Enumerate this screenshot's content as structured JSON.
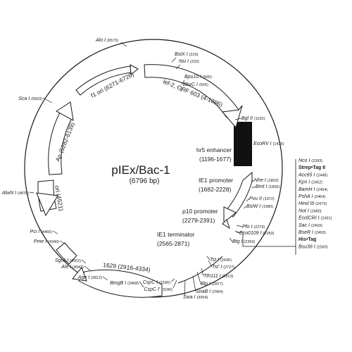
{
  "title": "pIEx/Bac-1",
  "size": "(6796 bp)",
  "features": {
    "ief2": "lef-2, ORF 603 (4-1096)",
    "f1ori": "f1 ori (6271-6726)",
    "ap": "Ap (5282-6139)",
    "ori": "ori (4521)",
    "hr5": [
      "hr5 enhancer",
      "(1196-1677)"
    ],
    "ie1prom": [
      "IE1 promoter",
      "(1682-2228)"
    ],
    "p10prom": [
      "p10 promoter",
      "(2279-2391)"
    ],
    "ie1term": [
      "IE1 terminator",
      "(2565-2871)"
    ],
    "orf1629": "1629 (2916-4334)"
  },
  "sites": [
    {
      "id": "alo",
      "name": "Alo I",
      "pos": "(6573)"
    },
    {
      "id": "bstx",
      "name": "BstX I",
      "pos": "(316)"
    },
    {
      "id": "nsi",
      "name": "Nsi I",
      "pos": "(333)"
    },
    {
      "id": "bpu10",
      "name": "Bpu10 I",
      "pos": "(565)"
    },
    {
      "id": "bbvc",
      "name": "BbvC I",
      "pos": "(565)"
    },
    {
      "id": "bgl",
      "name": "Bgl II",
      "pos": "(1162)"
    },
    {
      "id": "ecorv",
      "name": "EcoRV I",
      "pos": "(1435)"
    },
    {
      "id": "nhe",
      "name": "Nhe I",
      "pos": "(1802)"
    },
    {
      "id": "bmt",
      "name": "Bmt I",
      "pos": "(1806)"
    },
    {
      "id": "pvu",
      "name": "Pvu II",
      "pos": "(1972)"
    },
    {
      "id": "bsiw",
      "name": "BsiW I",
      "pos": "(1980)"
    },
    {
      "id": "pfo",
      "name": "Pfo I",
      "pos": "(2279)"
    },
    {
      "id": "eco0109",
      "name": "Eco0109 I",
      "pos": "(2283)"
    },
    {
      "id": "btg",
      "name": "Btg I",
      "pos": "(2393)"
    },
    {
      "id": "tst",
      "name": "Tst I",
      "pos": "(2695)"
    },
    {
      "id": "tst2",
      "name": "Tst' I",
      "pos": "(2727)"
    },
    {
      "id": "tth111",
      "name": "Tth111 I",
      "pos": "(2813)"
    },
    {
      "id": "blp",
      "name": "Blp I",
      "pos": "(2877)"
    },
    {
      "id": "snab",
      "name": "SnaB I",
      "pos": "(2964)"
    },
    {
      "id": "swa",
      "name": "Swa I",
      "pos": "(3054)"
    },
    {
      "id": "cspc",
      "name": "CspC I",
      "pos": "(3186)"
    },
    {
      "id": "cspc2",
      "name": "CspC I'",
      "pos": "(3186)"
    },
    {
      "id": "bmgb",
      "name": "BmgB I",
      "pos": "(3468)"
    },
    {
      "id": "age",
      "name": "Age I",
      "pos": "(3812)"
    },
    {
      "id": "ale",
      "name": "Ale I",
      "pos": "(4043)"
    },
    {
      "id": "sgra",
      "name": "SgrA I",
      "pos": "(4052)"
    },
    {
      "id": "pme",
      "name": "Pme I",
      "pos": "(4340)"
    },
    {
      "id": "pci",
      "name": "Pci I",
      "pos": "(4460)"
    },
    {
      "id": "alwn",
      "name": "AlwN I",
      "pos": "(4876)"
    },
    {
      "id": "sca",
      "name": "Sca I",
      "pos": "(5833)"
    }
  ],
  "mcs": [
    {
      "name": "Nco I",
      "pos": "(2393)"
    },
    {
      "name": "Strep•Tag II",
      "pos": "",
      "bold": true
    },
    {
      "name": "Acc65 I",
      "pos": "(2448)"
    },
    {
      "name": "Kpn I",
      "pos": "(2452)"
    },
    {
      "name": "BamH I",
      "pos": "(2454)"
    },
    {
      "name": "PshA I",
      "pos": "(2464)"
    },
    {
      "name": "Hind III",
      "pos": "(2473)"
    },
    {
      "name": "Not I",
      "pos": "(2480)"
    },
    {
      "name": "EcolCRI I",
      "pos": "(2491)"
    },
    {
      "name": "Sac I",
      "pos": "(2493)"
    },
    {
      "name": "BseR I",
      "pos": "(2493)"
    },
    {
      "name": "His•Tag",
      "pos": "",
      "bold": true
    },
    {
      "name": "Bsu36 I",
      "pos": "(2560)"
    }
  ]
}
